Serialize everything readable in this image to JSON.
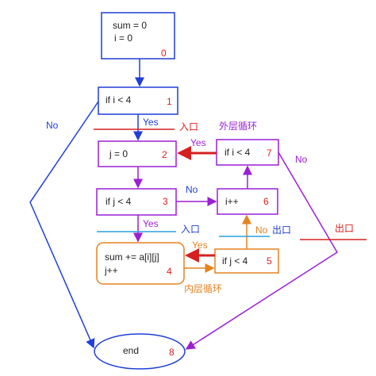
{
  "colors": {
    "blue": "#1f3fd6",
    "purple": "#9b1fd6",
    "orange": "#e6821f",
    "red": "#d62020",
    "cyan": "#2aa0e0"
  },
  "nodes": {
    "n0": {
      "line1": "sum  = 0",
      "line2": "i = 0",
      "num": "0"
    },
    "n1": {
      "text": "if  i < 4",
      "num": "1"
    },
    "n2": {
      "text": "j = 0",
      "num": "2"
    },
    "n3": {
      "text": "if  j < 4",
      "num": "3"
    },
    "n4": {
      "line1": "sum += a[i][j]",
      "line2": "j++",
      "num": "4"
    },
    "n5": {
      "text": "if  j < 4",
      "num": "5"
    },
    "n6": {
      "text": "i++",
      "num": "6"
    },
    "n7": {
      "text": "if  i < 4",
      "num": "7"
    },
    "n8": {
      "text": "end",
      "num": "8"
    }
  },
  "labels": {
    "yes_1_2": "Yes",
    "no_1_end": "No",
    "entry_outer": "入口",
    "outer_loop": "外层循环",
    "yes_7_2": "Yes",
    "no_7_end": "No",
    "no_3_6": "No",
    "yes_3_4": "Yes",
    "entry_inner": "入口",
    "no_5_6": "No",
    "exit_inner": "出口",
    "exit_outer": "出口",
    "yes_5_4": "Yes",
    "inner_loop": "内层循环"
  }
}
